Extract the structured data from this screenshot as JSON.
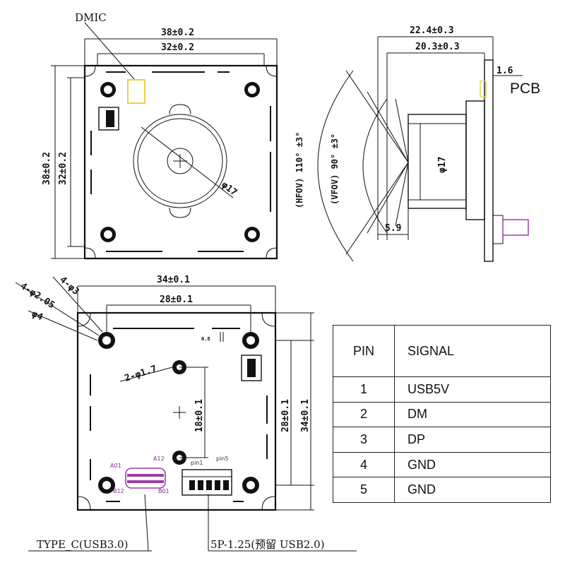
{
  "top_view": {
    "label_dmic": "DMIC",
    "dim_outer_w": "38±0.2",
    "dim_inner_w": "32±0.2",
    "dim_outer_h": "38±0.2",
    "dim_inner_h": "32±0.2",
    "dim_lens": "φ17"
  },
  "side_view": {
    "dim_total": "22.4±0.3",
    "dim_lens_len": "20.3±0.3",
    "dim_pcb": "1.6",
    "label_pcb": "PCB",
    "dim_lens_dia": "φ17",
    "dim_offset": "5.9",
    "hfov": "(HFOV) 110° ±3°",
    "vfov": "(VFOV) 90° ±3°"
  },
  "bottom_view": {
    "dim_outer_w": "34±0.1",
    "dim_inner_w": "28±0.1",
    "dim_holes_a": "4-φ2.05",
    "dim_holes_b": "4-φ3",
    "dim_holes_c": "φ4",
    "dim_small_holes": "2-φ1.7",
    "dim_vert": "18±0.1",
    "dim_inner_h": "28±0.1",
    "dim_outer_h": "34±0.1",
    "cap_label": "0.8",
    "pin_a01": "A01",
    "pin_a12": "A12",
    "pin_b12": "B12",
    "pin_b01": "B01",
    "pin_pin1": "pin1",
    "pin_pin5": "pin5",
    "callout_typec": "TYPE_C(USB3.0)",
    "callout_5p": "5P-1.25(预留 USB2.0)"
  },
  "pin_table": {
    "header_pin": "PIN",
    "header_signal": "SIGNAL",
    "rows": [
      {
        "pin": "1",
        "signal": "USB5V"
      },
      {
        "pin": "2",
        "signal": "DM"
      },
      {
        "pin": "3",
        "signal": "DP"
      },
      {
        "pin": "4",
        "signal": "GND"
      },
      {
        "pin": "5",
        "signal": "GND"
      }
    ]
  },
  "colors": {
    "highlight_yellow": "#e6d34a",
    "highlight_purple": "#9b3fa8"
  }
}
